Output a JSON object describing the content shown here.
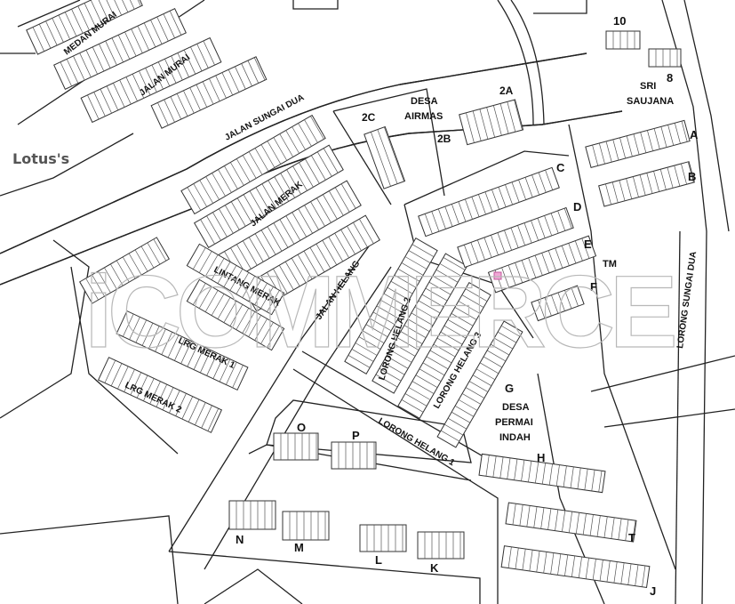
{
  "map": {
    "landmark": "Lotus's",
    "watermark": "iCOMMERCE",
    "watermark_tm": "TM",
    "highlight_color": "#f2a7d6",
    "streets": {
      "medan_murai": "MEDAN MURAI",
      "jalan_murai": "JALAN MURAI",
      "jalan_sungai_dua": "JALAN SUNGAI DUA",
      "jalan_merak": "JALAN MERAK",
      "lintang_merak": "LINTANG MERAK",
      "jalan_helang": "JALAN HELANG",
      "lrg_merak_1": "LRG MERAK 1",
      "lrg_merak_2": "LRG MERAK 2",
      "lorong_helang_2": "LORONG HELANG 2",
      "lorong_helang_3": "LORONG HELANG 3",
      "lorong_helang_1": "LORONG HELANG 1",
      "lorong_sungai_dua": "LORONG SUNGAI DUA"
    },
    "areas": {
      "desa_airmas_1": "DESA",
      "desa_airmas_2": "AIRMAS",
      "sri_saujana_1": "SRI",
      "sri_saujana_2": "SAUJANA",
      "desa_permai_1": "DESA",
      "desa_permai_2": "PERMAI",
      "desa_permai_3": "INDAH"
    },
    "blocks": {
      "b10": "10",
      "b8": "8",
      "b2a": "2A",
      "b2b": "2B",
      "b2c": "2C",
      "a": "A",
      "b": "B",
      "c": "C",
      "d": "D",
      "e": "E",
      "f": "F",
      "g": "G",
      "h": "H",
      "t": "T",
      "j": "J",
      "o": "O",
      "p": "P",
      "n": "N",
      "m": "M",
      "l": "L",
      "k": "K"
    }
  }
}
